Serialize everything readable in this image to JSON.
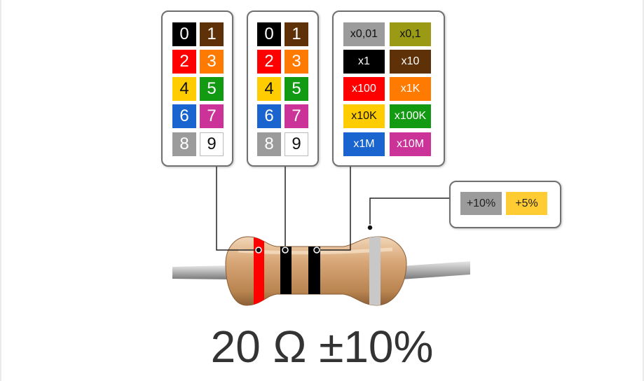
{
  "digit_panels": [
    {
      "chips": [
        {
          "label": "0",
          "color": "#000000"
        },
        {
          "label": "1",
          "color": "#5e3108"
        },
        {
          "label": "2",
          "color": "#ff0000"
        },
        {
          "label": "3",
          "color": "#ff7a00"
        },
        {
          "label": "4",
          "color": "#ffcc00"
        },
        {
          "label": "5",
          "color": "#139a13"
        },
        {
          "label": "6",
          "color": "#1a64d0"
        },
        {
          "label": "7",
          "color": "#cc3399"
        },
        {
          "label": "8",
          "color": "#9b9b9b"
        },
        {
          "label": "9",
          "color": "#ffffff"
        }
      ]
    },
    {
      "chips": [
        {
          "label": "0",
          "color": "#000000"
        },
        {
          "label": "1",
          "color": "#5e3108"
        },
        {
          "label": "2",
          "color": "#ff0000"
        },
        {
          "label": "3",
          "color": "#ff7a00"
        },
        {
          "label": "4",
          "color": "#ffcc00"
        },
        {
          "label": "5",
          "color": "#139a13"
        },
        {
          "label": "6",
          "color": "#1a64d0"
        },
        {
          "label": "7",
          "color": "#cc3399"
        },
        {
          "label": "8",
          "color": "#9b9b9b"
        },
        {
          "label": "9",
          "color": "#ffffff"
        }
      ]
    }
  ],
  "multiplier_panel": {
    "chips": [
      {
        "label": "x0,01",
        "color": "#9b9b9b"
      },
      {
        "label": "x0,1",
        "color": "#9a9a15"
      },
      {
        "label": "x1",
        "color": "#000000"
      },
      {
        "label": "x10",
        "color": "#5e3108"
      },
      {
        "label": "x100",
        "color": "#ff0000"
      },
      {
        "label": "x1K",
        "color": "#ff7a00"
      },
      {
        "label": "x10K",
        "color": "#ffcc00"
      },
      {
        "label": "x100K",
        "color": "#139a13"
      },
      {
        "label": "x1M",
        "color": "#1a64d0"
      },
      {
        "label": "x10M",
        "color": "#cc3399"
      }
    ]
  },
  "tolerance_panel": {
    "chips": [
      {
        "label": "+10%",
        "color": "#9b9b9b"
      },
      {
        "label": "+5%",
        "color": "#ffcc33"
      }
    ]
  },
  "resistor": {
    "body_color": "#d9a878",
    "lead_color": "#a0a0a0",
    "bands": [
      {
        "role": "first-digit",
        "color": "#ff0000"
      },
      {
        "role": "second-digit",
        "color": "#000000"
      },
      {
        "role": "multiplier",
        "color": "#000000"
      },
      {
        "role": "tolerance",
        "color": "#c8c8c8"
      }
    ]
  },
  "result": {
    "value_text": "20 Ω ±10%"
  }
}
